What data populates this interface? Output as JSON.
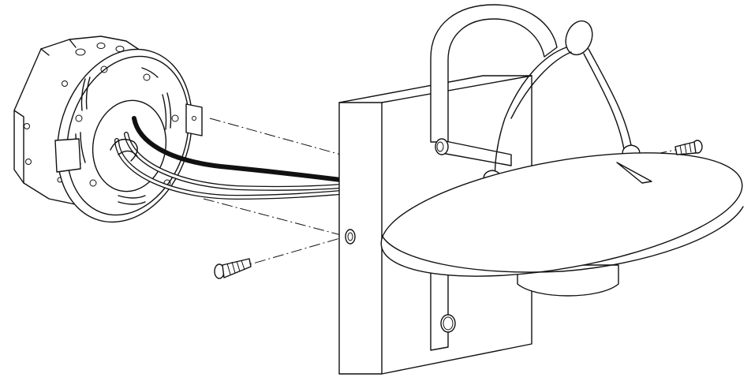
{
  "diagram": {
    "parts": [
      {
        "id": "junction-box",
        "icon": "octagonal-junction-box"
      },
      {
        "id": "crossbar-plate",
        "icon": "round-mounting-plate"
      },
      {
        "id": "wires",
        "icon": "black-and-white-wires"
      },
      {
        "id": "backplate",
        "icon": "rectangular-wall-plate"
      },
      {
        "id": "arm-loop",
        "icon": "curved-arm"
      },
      {
        "id": "shade",
        "icon": "disc-shade"
      },
      {
        "id": "wire-guard",
        "icon": "wire-bail"
      },
      {
        "id": "mounting-screws",
        "icon": "screw"
      }
    ],
    "line_color": "#111111",
    "background": "#ffffff"
  }
}
